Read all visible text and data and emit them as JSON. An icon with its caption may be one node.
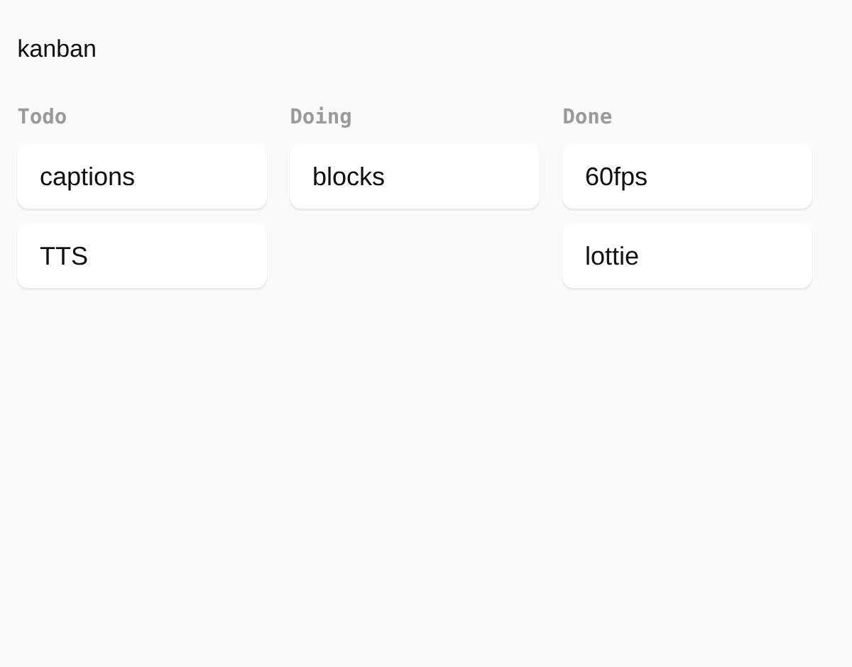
{
  "diagram": {
    "title": "kanban",
    "nodes": [
      {
        "text": [
          "captions"
        ]
      },
      {
        "text": [
          "TTS"
        ]
      },
      {
        "text": [
          "blocks"
        ]
      },
      {
        "text": [
          "60fps"
        ]
      },
      {
        "text": [
          "lottie"
        ]
      }
    ],
    "labels": [
      "Todo",
      "Doing",
      "Done"
    ]
  }
}
